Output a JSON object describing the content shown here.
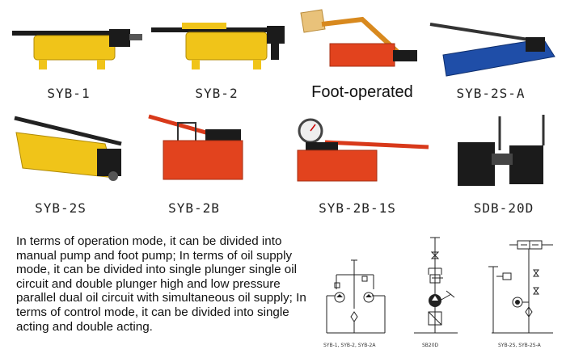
{
  "colors": {
    "yellow": "#f0c419",
    "red": "#e2431e",
    "blue": "#1f4ea8",
    "black": "#1b1b1b",
    "steel": "#9a9a9a"
  },
  "products": [
    {
      "label": "SYB-1"
    },
    {
      "label": "SYB-2"
    },
    {
      "label": "Foot-operated"
    },
    {
      "label": "SYB-2S-A"
    },
    {
      "label": "SYB-2S"
    },
    {
      "label": "SYB-2B"
    },
    {
      "label": "SYB-2B-1S"
    },
    {
      "label": "SDB-20D"
    }
  ],
  "description": "In terms of operation mode, it can be divided into manual pump and foot pump; In terms of oil supply mode, it can be divided into single plunger single oil circuit and double plunger high and low pressure parallel dual oil circuit with simultaneous oil supply; In terms of control mode, it can be divided into single acting and double acting.",
  "diagrams": [
    {
      "caption": "SYB-1, SYB-2, SYB-2A"
    },
    {
      "caption": "SB20D"
    },
    {
      "caption": "SYB-2S, SYB-2S-A"
    }
  ]
}
